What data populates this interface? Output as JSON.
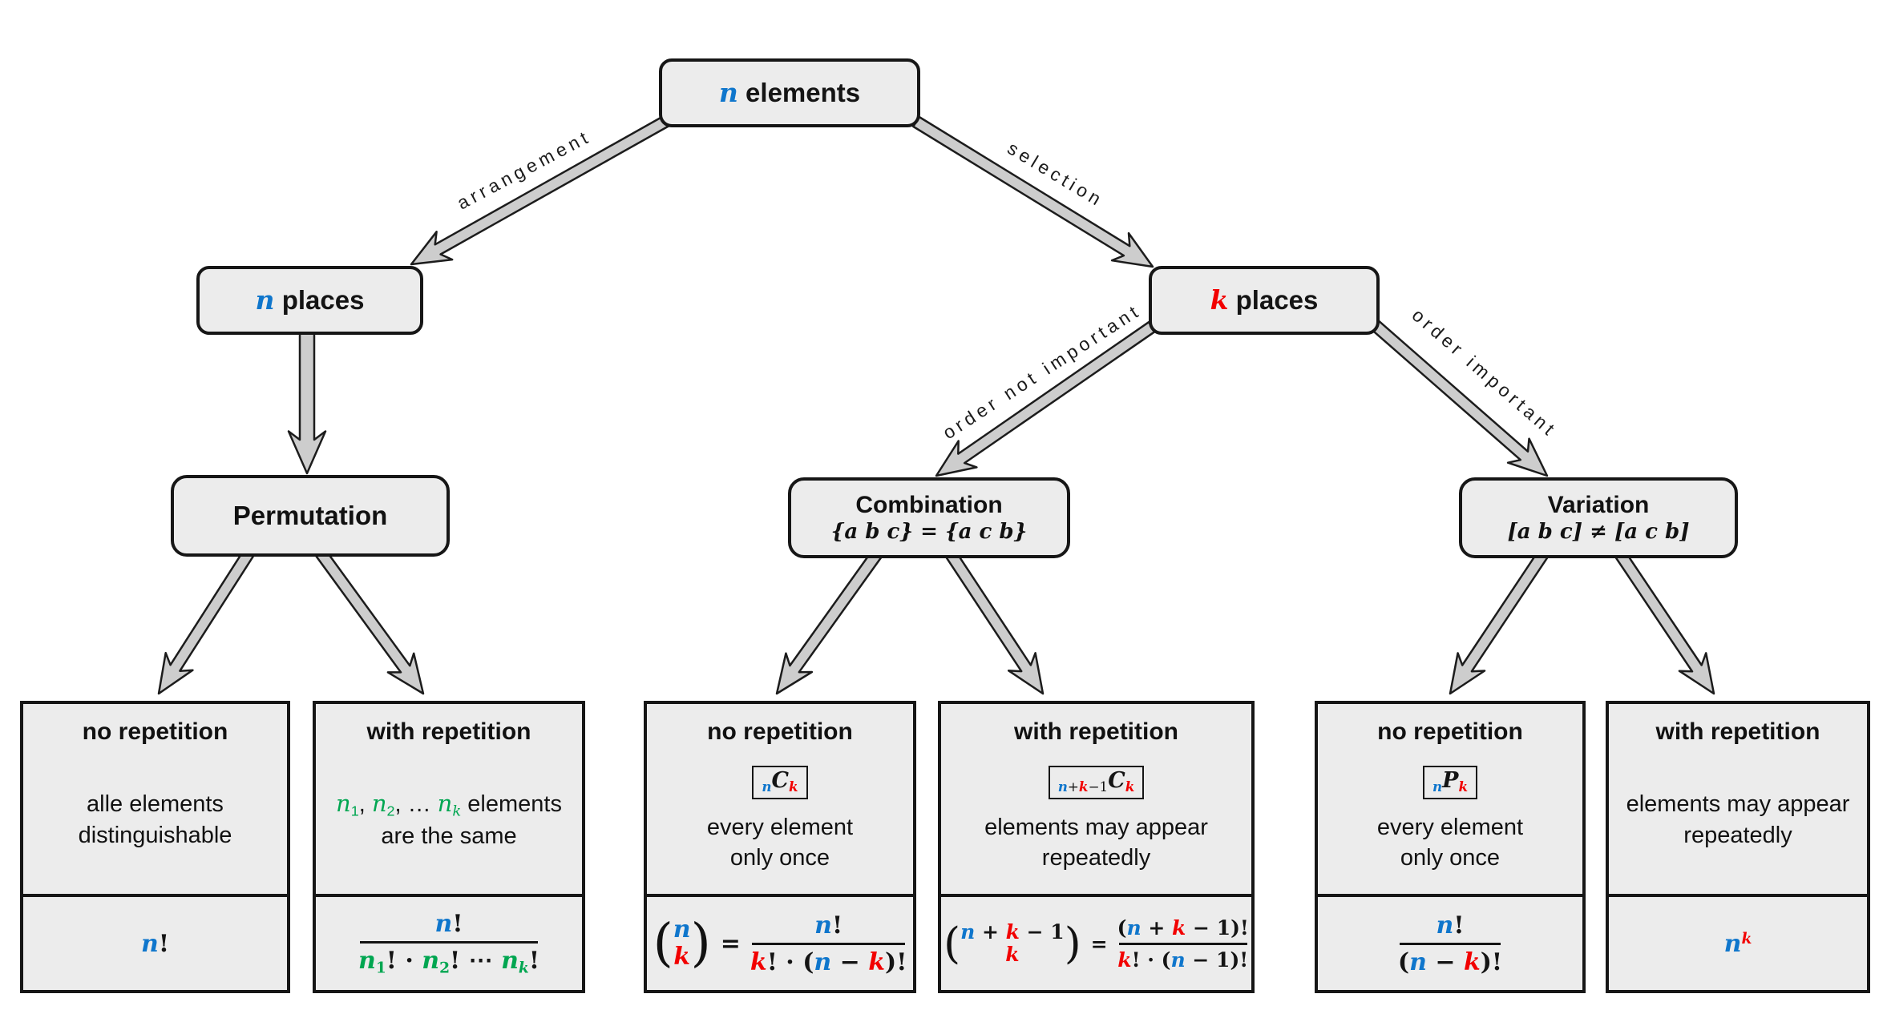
{
  "colors": {
    "blue": "#0F76CC",
    "red": "#F20000",
    "green": "#00A651",
    "black": "#141414",
    "box_fill": "#ECECEC",
    "arrow_fill": "#CDCDCD",
    "arrow_stroke": "#1C1C1C"
  },
  "math": {
    "lp": "(",
    "rp": ")",
    "eq": "="
  },
  "nodes": {
    "root_label": [
      {
        "t": "n",
        "c": "b",
        "i": 1
      },
      {
        "t": " elements",
        "c": "k"
      }
    ],
    "n_places_label": [
      {
        "t": "n",
        "c": "b",
        "i": 1
      },
      {
        "t": " places",
        "c": "k"
      }
    ],
    "k_places_label": [
      {
        "t": "k",
        "c": "r",
        "i": 1
      },
      {
        "t": " places",
        "c": "k"
      }
    ],
    "permutation_title": "Permutation",
    "combination_title": "Combination",
    "combination_subtitle": "{a b c} = {a c b}",
    "variation_title": "Variation",
    "variation_subtitle": "[a b c] ≠ [a c b]"
  },
  "edges": {
    "arrangement": "arrangement",
    "selection": "selection",
    "order_not_important": "order not important",
    "order_important": "order important"
  },
  "cards": [
    {
      "title": "no repetition",
      "desc1": "alle elements",
      "desc2": "distinguishable",
      "formula": [
        {
          "t": "n",
          "c": "b",
          "i": 1
        },
        {
          "t": "!",
          "c": "k"
        }
      ]
    },
    {
      "title": "with repetition",
      "desc1_tokens": [
        {
          "t": "n",
          "c": "g",
          "i": 1
        },
        {
          "t": "1",
          "c": "g",
          "v": "sub"
        },
        {
          "t": ", ",
          "c": "k"
        },
        {
          "t": "n",
          "c": "g",
          "i": 1
        },
        {
          "t": "2",
          "c": "g",
          "v": "sub"
        },
        {
          "t": ", … ",
          "c": "k"
        },
        {
          "t": "n",
          "c": "g",
          "i": 1
        },
        {
          "t": "k",
          "c": "g",
          "i": 1,
          "v": "sub"
        },
        {
          "t": " elements",
          "c": "k"
        }
      ],
      "desc2": "are the same",
      "frac_num": [
        {
          "t": "n",
          "c": "b",
          "i": 1
        },
        {
          "t": "!",
          "c": "k"
        }
      ],
      "frac_den": [
        {
          "t": "n",
          "c": "g",
          "i": 1
        },
        {
          "t": "1",
          "c": "g",
          "v": "sub"
        },
        {
          "t": "! · ",
          "c": "k"
        },
        {
          "t": "n",
          "c": "g",
          "i": 1
        },
        {
          "t": "2",
          "c": "g",
          "v": "sub"
        },
        {
          "t": "! ⋯ ",
          "c": "k"
        },
        {
          "t": "n",
          "c": "g",
          "i": 1
        },
        {
          "t": "k",
          "c": "g",
          "i": 1,
          "v": "sub"
        },
        {
          "t": "!",
          "c": "k"
        }
      ]
    },
    {
      "title": "no repetition",
      "badge": [
        {
          "t": "n",
          "c": "b",
          "i": 1,
          "v": "sub"
        },
        {
          "t": "C",
          "c": "k",
          "i": 1
        },
        {
          "t": "k",
          "c": "r",
          "i": 1,
          "v": "sub"
        }
      ],
      "desc1": "every element",
      "desc2": "only once",
      "binom_top": [
        {
          "t": "n",
          "c": "b",
          "i": 1
        }
      ],
      "binom_bottom": [
        {
          "t": "k",
          "c": "r",
          "i": 1
        }
      ],
      "frac_num": [
        {
          "t": "n",
          "c": "b",
          "i": 1
        },
        {
          "t": "!",
          "c": "k"
        }
      ],
      "frac_den": [
        {
          "t": "k",
          "c": "r",
          "i": 1
        },
        {
          "t": "! · (",
          "c": "k"
        },
        {
          "t": "n",
          "c": "b",
          "i": 1
        },
        {
          "t": " − ",
          "c": "k"
        },
        {
          "t": "k",
          "c": "r",
          "i": 1
        },
        {
          "t": ")!",
          "c": "k"
        }
      ]
    },
    {
      "title": "with repetition",
      "badge": [
        {
          "t": "n",
          "c": "b",
          "i": 1,
          "v": "sub"
        },
        {
          "t": "+",
          "c": "k",
          "v": "sub"
        },
        {
          "t": "k",
          "c": "r",
          "i": 1,
          "v": "sub"
        },
        {
          "t": "−1",
          "c": "k",
          "v": "sub"
        },
        {
          "t": "C",
          "c": "k",
          "i": 1
        },
        {
          "t": "k",
          "c": "r",
          "i": 1,
          "v": "sub"
        }
      ],
      "desc1": "elements may appear",
      "desc2": "repeatedly",
      "binom_top": [
        {
          "t": "n",
          "c": "b",
          "i": 1
        },
        {
          "t": " + ",
          "c": "k"
        },
        {
          "t": "k",
          "c": "r",
          "i": 1
        },
        {
          "t": " − 1",
          "c": "k"
        }
      ],
      "binom_bottom": [
        {
          "t": "k",
          "c": "r",
          "i": 1
        }
      ],
      "frac_num": [
        {
          "t": "(",
          "c": "k"
        },
        {
          "t": "n",
          "c": "b",
          "i": 1
        },
        {
          "t": " + ",
          "c": "k"
        },
        {
          "t": "k",
          "c": "r",
          "i": 1
        },
        {
          "t": " − 1)!",
          "c": "k"
        }
      ],
      "frac_den": [
        {
          "t": "k",
          "c": "r",
          "i": 1
        },
        {
          "t": "! · (",
          "c": "k"
        },
        {
          "t": "n",
          "c": "b",
          "i": 1
        },
        {
          "t": " − 1)!",
          "c": "k"
        }
      ]
    },
    {
      "title": "no repetition",
      "badge": [
        {
          "t": "n",
          "c": "b",
          "i": 1,
          "v": "sub"
        },
        {
          "t": "P",
          "c": "k",
          "i": 1
        },
        {
          "t": "k",
          "c": "r",
          "i": 1,
          "v": "sub"
        }
      ],
      "desc1": "every element",
      "desc2": "only once",
      "frac_num": [
        {
          "t": "n",
          "c": "b",
          "i": 1
        },
        {
          "t": "!",
          "c": "k"
        }
      ],
      "frac_den": [
        {
          "t": "(",
          "c": "k"
        },
        {
          "t": "n",
          "c": "b",
          "i": 1
        },
        {
          "t": " − ",
          "c": "k"
        },
        {
          "t": "k",
          "c": "r",
          "i": 1
        },
        {
          "t": ")!",
          "c": "k"
        }
      ]
    },
    {
      "title": "with repetition",
      "desc1": "elements may appear",
      "desc2": "repeatedly",
      "formula": [
        {
          "t": "n",
          "c": "b",
          "i": 1
        },
        {
          "t": "k",
          "c": "r",
          "i": 1,
          "v": "sup"
        }
      ]
    }
  ]
}
